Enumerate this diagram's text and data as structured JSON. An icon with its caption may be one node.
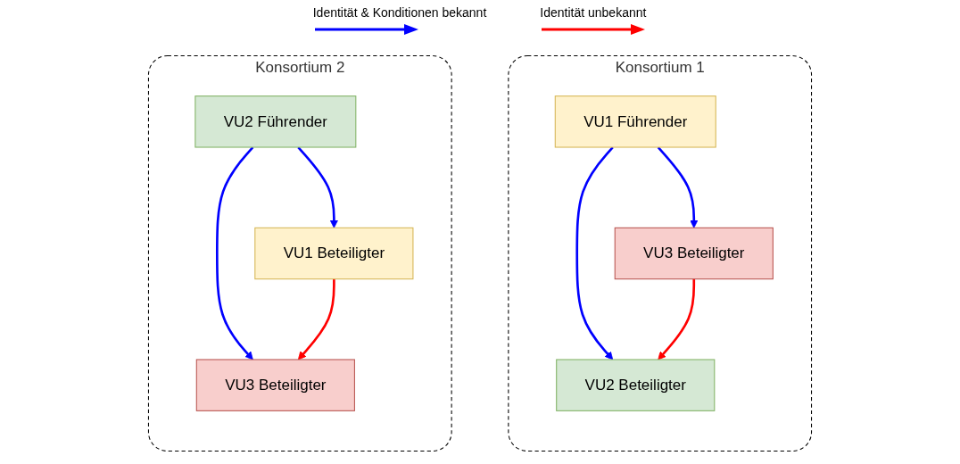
{
  "diagram": {
    "nodes": [
      {
        "text": [
          "Konsortium 1"
        ]
      },
      {
        "text": [
          "VU1 Führender"
        ],
        "in": 0
      },
      {
        "text": [
          "VU2 Beteiligter"
        ],
        "in": 0
      },
      {
        "text": [
          "VU3 Beteiligter"
        ],
        "in": 0
      },
      {
        "text": [
          "Konsortium 2"
        ]
      },
      {
        "text": [
          "VU2 Führender"
        ],
        "in": 4
      },
      {
        "text": [
          "VU1 Beteiligter"
        ],
        "in": 4
      },
      {
        "text": [
          "VU3 Beteiligter"
        ],
        "in": 4
      }
    ],
    "edges": [
      {
        "from": 1,
        "to": 2,
        "arrow": "to",
        "color": "#0000ff"
      },
      {
        "from": 1,
        "to": 3,
        "arrow": "to",
        "color": "#0000ff"
      },
      {
        "from": 3,
        "to": 2,
        "arrow": "to",
        "color": "#ff0000"
      },
      {
        "from": 5,
        "to": 6,
        "arrow": "to",
        "color": "#0000ff"
      },
      {
        "from": 5,
        "to": 7,
        "arrow": "to",
        "color": "#0000ff"
      },
      {
        "from": 6,
        "to": 7,
        "arrow": "to",
        "color": "#ff0000"
      }
    ],
    "legend": [
      {
        "text": "Identität & Konditionen bekannt",
        "color": "#0000ff"
      },
      {
        "text": "Identität unbekannt",
        "color": "#ff0000"
      }
    ]
  }
}
